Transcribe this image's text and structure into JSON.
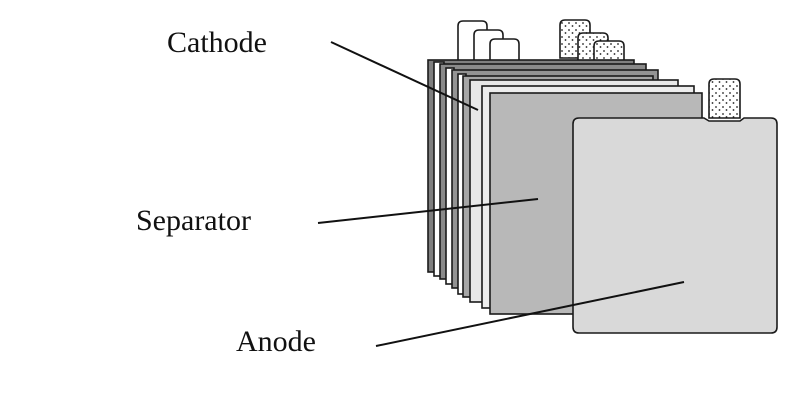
{
  "labels": {
    "cathode": "Cathode",
    "separator": "Separator",
    "anode": "Anode"
  },
  "colors": {
    "background": "#ffffff",
    "outline": "#1a1a1a",
    "cathode_sheet": "#8c8c8c",
    "cathode_front": "#a6a6a6",
    "separator_sheet": "#b8b8b8",
    "separator_light": "#e6e6e6",
    "anode_sheet": "#d9d9d9",
    "tab_fill": "#ffffff",
    "dot_color": "#222222"
  }
}
